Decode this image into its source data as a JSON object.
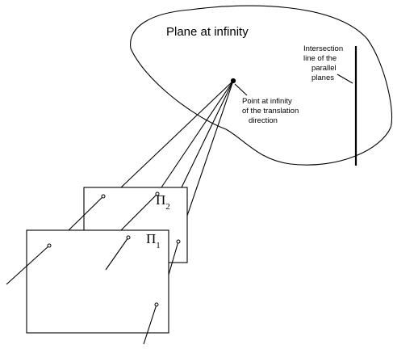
{
  "labels": {
    "plane_title": "Plane at infinity",
    "intersection": [
      "Intersection",
      "line of the",
      "parallel",
      "planes"
    ],
    "point_at_infinity": [
      "Point at infinity",
      "of the translation",
      "direction"
    ],
    "plane2_symbol": "Π",
    "plane2_subscript": "2",
    "plane1_symbol": "Π",
    "plane1_subscript": "1"
  }
}
